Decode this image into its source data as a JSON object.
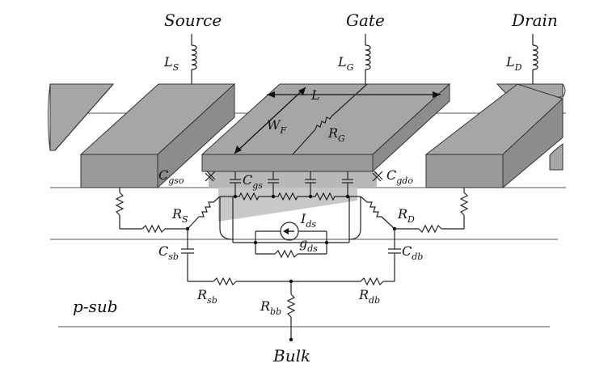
{
  "terminals": {
    "source": "Source",
    "gate": "Gate",
    "drain": "Drain",
    "bulk": "Bulk"
  },
  "labels": {
    "ls": {
      "main": "L",
      "sub": "S"
    },
    "lg": {
      "main": "L",
      "sub": "G"
    },
    "ld": {
      "main": "L",
      "sub": "D"
    },
    "length": "L",
    "wf": {
      "main": "W",
      "sub": "F"
    },
    "rg": {
      "main": "R",
      "sub": "G"
    },
    "cgso": {
      "main": "C",
      "sub": "gso"
    },
    "cgs": {
      "main": "C",
      "sub": "gs"
    },
    "cgdo": {
      "main": "C",
      "sub": "gdo"
    },
    "rs": {
      "main": "R",
      "sub": "S"
    },
    "rd": {
      "main": "R",
      "sub": "D"
    },
    "ids": {
      "main": "I",
      "sub": "ds"
    },
    "gds": {
      "main": "g",
      "sub": "ds"
    },
    "csb": {
      "main": "C",
      "sub": "sb"
    },
    "cdb": {
      "main": "C",
      "sub": "db"
    },
    "rsb": {
      "main": "R",
      "sub": "sb"
    },
    "rdb": {
      "main": "R",
      "sub": "db"
    },
    "rbb": {
      "main": "R",
      "sub": "bb"
    },
    "psub": "p-sub"
  },
  "colors": {
    "block_top": "#a6a6a6",
    "block_front": "#9a9a9a",
    "block_side": "#8c8c8c",
    "channel": "#c8c8c8",
    "line": "#222222"
  }
}
